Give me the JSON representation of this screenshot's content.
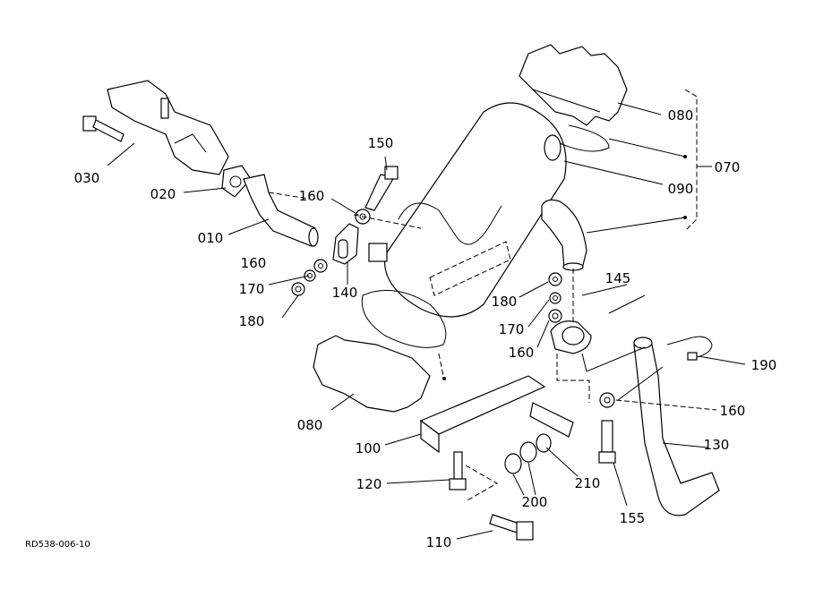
{
  "diagram_code": "RD538-006-10",
  "labels": {
    "l030": "030",
    "l020": "020",
    "l010": "010",
    "l160a": "160",
    "l170a": "170",
    "l180a": "180",
    "l140": "140",
    "l160b": "160",
    "l150": "150",
    "l080a": "080",
    "l070": "070",
    "l090": "090",
    "l145": "145",
    "l180b": "180",
    "l170b": "170",
    "l160c": "160",
    "l080b": "080",
    "l100": "100",
    "l120": "120",
    "l200": "200",
    "l210": "210",
    "l155": "155",
    "l110": "110",
    "l160d": "160",
    "l130": "130",
    "l190": "190"
  }
}
